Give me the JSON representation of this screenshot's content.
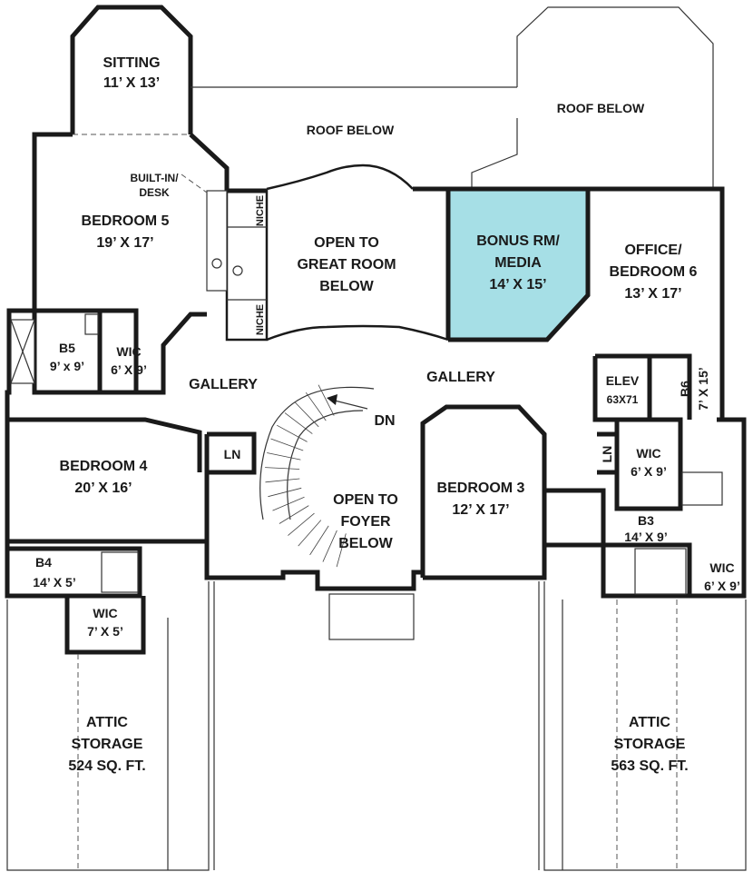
{
  "colors": {
    "highlight": "#a6dfe6",
    "wall": "#1a1a1a"
  },
  "rooms": {
    "sitting": {
      "name": "SITTING",
      "size": "11’ X 13’"
    },
    "roof_below_1": {
      "name": "ROOF BELOW"
    },
    "roof_below_2": {
      "name": "ROOF BELOW"
    },
    "built_in": {
      "line1": "BUILT-IN/",
      "line2": "DESK"
    },
    "bedroom5": {
      "name": "BEDROOM 5",
      "size": "19’ X 17’"
    },
    "niche_top": {
      "name": "NICHE"
    },
    "niche_bottom": {
      "name": "NICHE"
    },
    "open_great": {
      "line1": "OPEN TO",
      "line2": "GREAT ROOM",
      "line3": "BELOW"
    },
    "bonus": {
      "line1": "BONUS RM/",
      "line2": "MEDIA",
      "size": "14’ X 15’"
    },
    "office": {
      "line1": "OFFICE/",
      "line2": "BEDROOM 6",
      "size": "13’ X 17’"
    },
    "b5": {
      "name": "B5",
      "size": "9’ x 9’"
    },
    "wic_b5": {
      "name": "WIC",
      "size": "6’ X 9’"
    },
    "gallery_left": {
      "name": "GALLERY"
    },
    "gallery_right": {
      "name": "GALLERY"
    },
    "dn": {
      "name": "DN"
    },
    "elev": {
      "name": "ELEV",
      "size": "63X71"
    },
    "b6": {
      "name": "B6",
      "size": "7’ X 15’"
    },
    "bedroom4": {
      "name": "BEDROOM 4",
      "size": "20’ X 16’"
    },
    "ln_left": {
      "name": "LN"
    },
    "ln_right": {
      "name": "LN"
    },
    "open_foyer": {
      "line1": "OPEN TO",
      "line2": "FOYER",
      "line3": "BELOW"
    },
    "bedroom3": {
      "name": "BEDROOM 3",
      "size": "12’ X 17’"
    },
    "wic_right_top": {
      "name": "WIC",
      "size": "6’ X 9’"
    },
    "b3": {
      "name": "B3",
      "size": "14’ X 9’"
    },
    "wic_right_bottom": {
      "name": "WIC",
      "size": "6’ X 9’"
    },
    "b4": {
      "name": "B4",
      "size": "14’ X 5’"
    },
    "wic_b4": {
      "name": "WIC",
      "size": "7’ X 5’"
    },
    "attic_left": {
      "line1": "ATTIC",
      "line2": "STORAGE",
      "line3": "524 SQ. FT."
    },
    "attic_right": {
      "line1": "ATTIC",
      "line2": "STORAGE",
      "line3": "563 SQ. FT."
    }
  }
}
